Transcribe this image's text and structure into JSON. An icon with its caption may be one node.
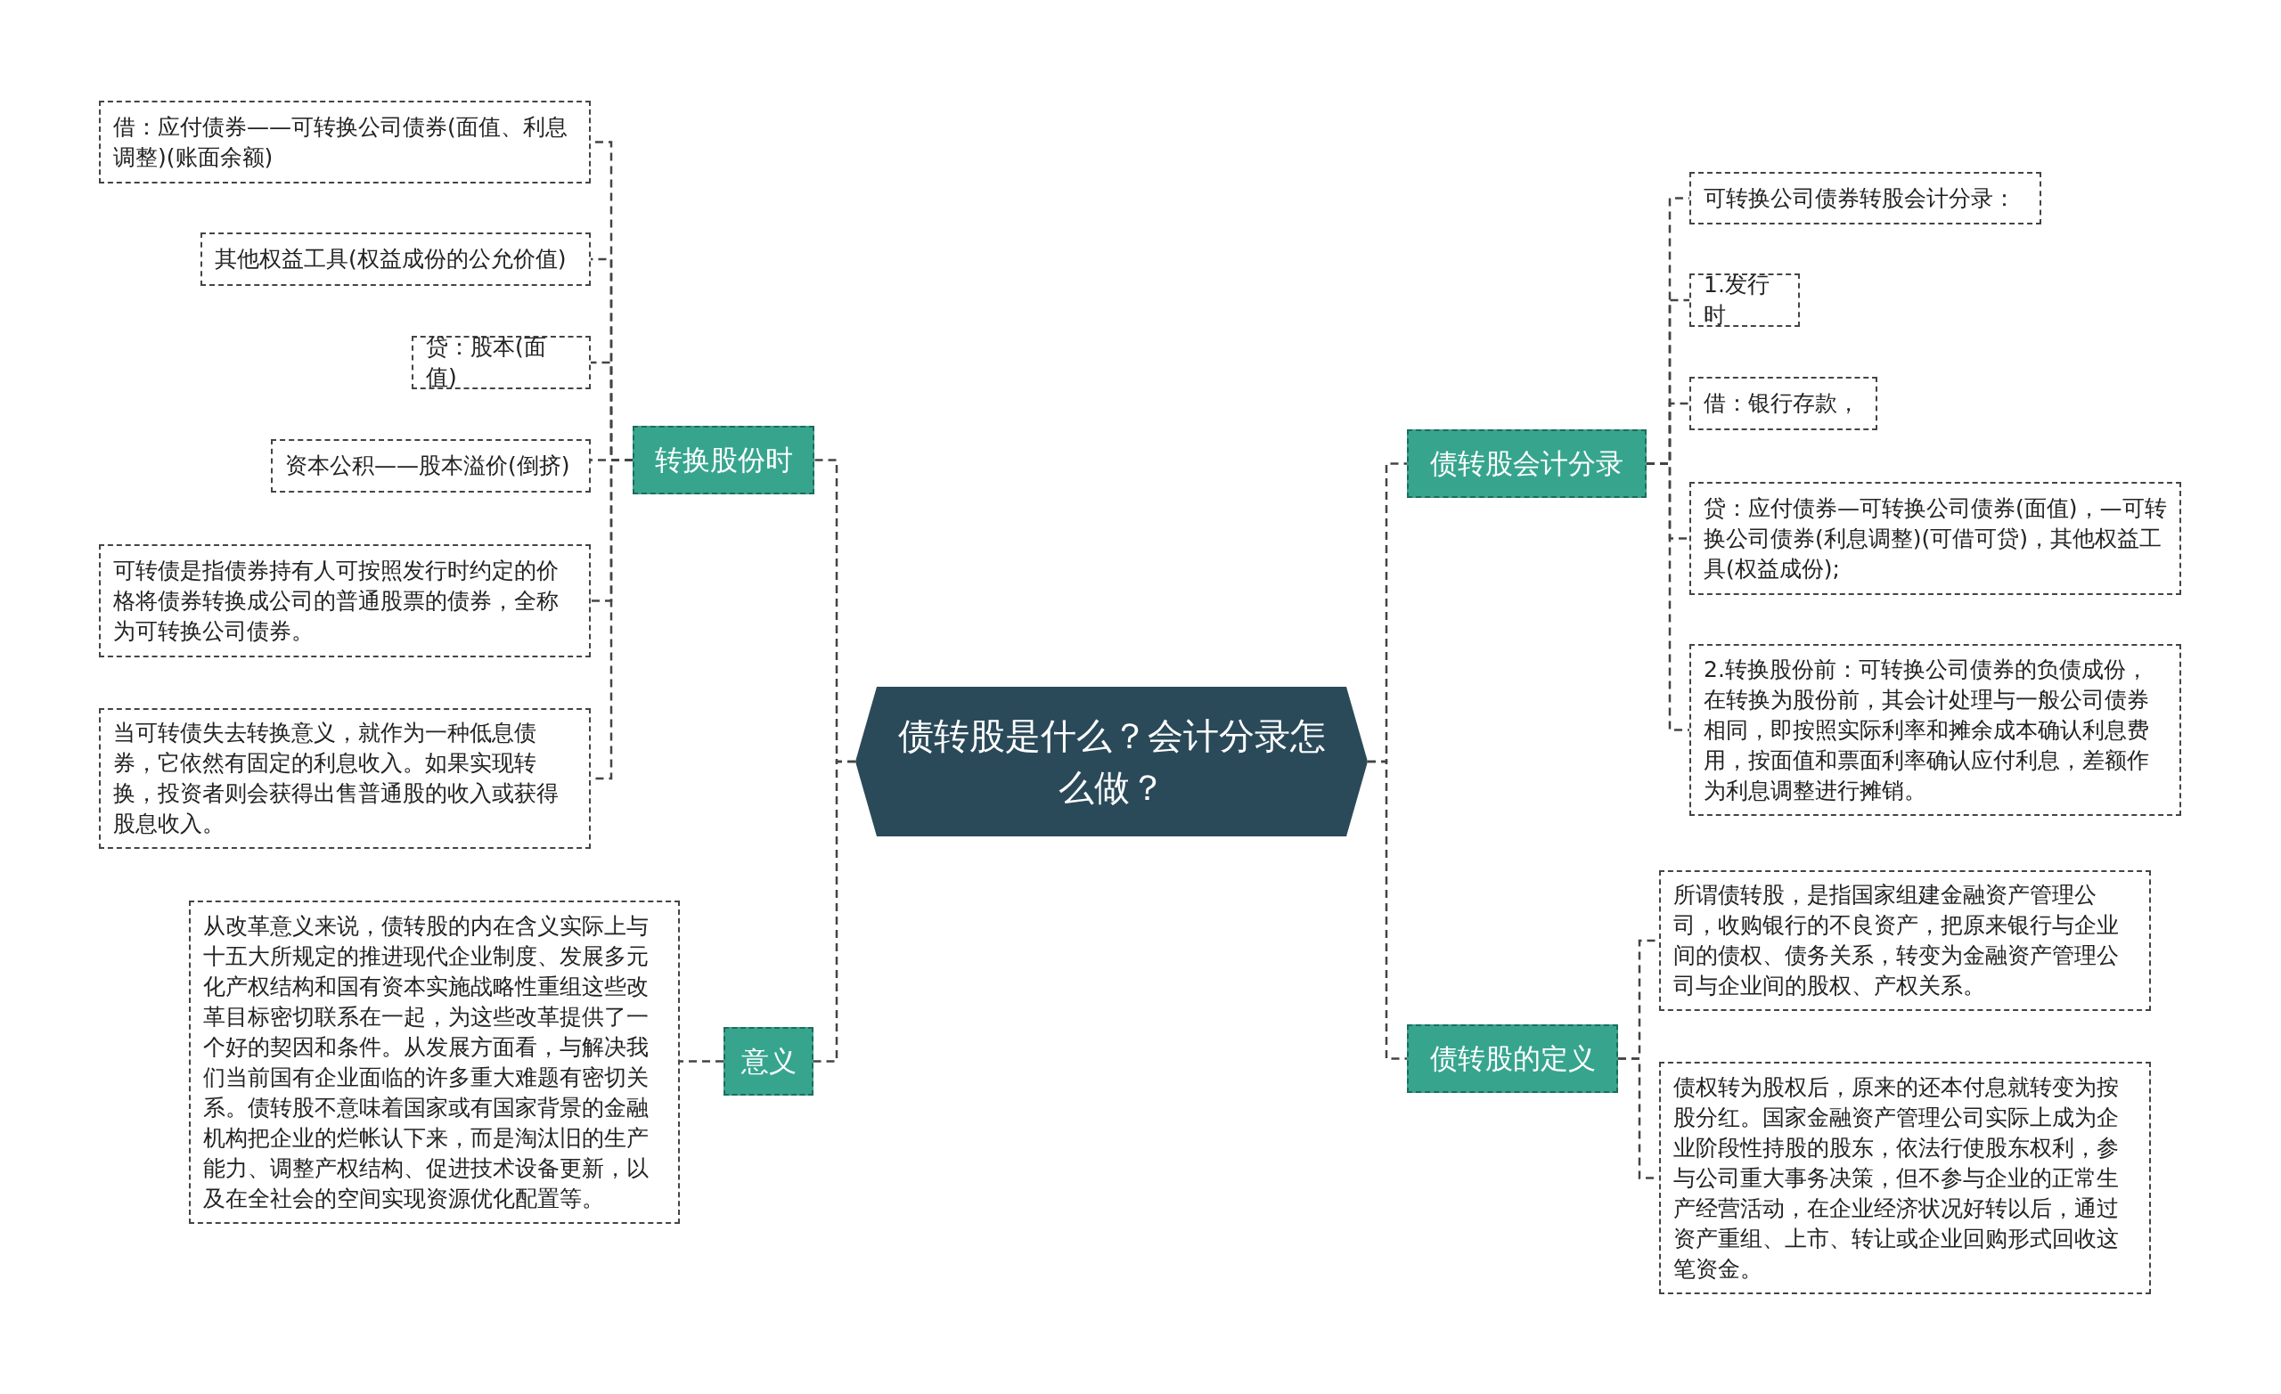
{
  "diagram": {
    "nodes": [
      {
        "text": [
          "债转股是什么？会计分录怎么做？"
        ]
      },
      {
        "text": [
          "转换股份时"
        ]
      },
      {
        "text": [
          "借：应付债券——可转换公司债券(面值、利息调整)(账面余额)"
        ]
      },
      {
        "text": [
          "其他权益工具(权益成份的公允价值)"
        ]
      },
      {
        "text": [
          "贷：股本(面值)"
        ]
      },
      {
        "text": [
          "资本公积——股本溢价(倒挤)"
        ]
      },
      {
        "text": [
          "可转债是指债券持有人可按照发行时约定的价格将债券转换成公司的普通股票的债券，全称为可转换公司债券。"
        ]
      },
      {
        "text": [
          "当可转债失去转换意义，就作为一种低息债券，它依然有固定的利息收入。如果实现转换，投资者则会获得出售普通股的收入或获得股息收入。"
        ]
      },
      {
        "text": [
          "意义"
        ]
      },
      {
        "text": [
          "从改革意义来说，债转股的内在含义实际上与十五大所规定的推进现代企业制度、发展多元化产权结构和国有资本实施战略性重组这些改革目标密切联系在一起，为这些改革提供了一个好的契因和条件。从发展方面看，与解决我们当前国有企业面临的许多重大难题有密切关系。债转股不意味着国家或有国家背景的金融机构把企业的烂帐认下来，而是淘汰旧的生产能力、调整产权结构、促进技术设备更新，以及在全社会的空间实现资源优化配置等。"
        ]
      },
      {
        "text": [
          "债转股会计分录"
        ]
      },
      {
        "text": [
          "可转换公司债券转股会计分录："
        ]
      },
      {
        "text": [
          "1.发行时"
        ]
      },
      {
        "text": [
          "借：银行存款，"
        ]
      },
      {
        "text": [
          "贷：应付债券—可转换公司债券(面值)，—可转换公司债券(利息调整)(可借可贷)，其他权益工具(权益成份);"
        ]
      },
      {
        "text": [
          "2.转换股份前：可转换公司债券的负债成份，在转换为股份前，其会计处理与一般公司债券相同，即按照实际利率和摊余成本确认利息费用，按面值和票面利率确认应付利息，差额作为利息调整进行摊销。"
        ]
      },
      {
        "text": [
          "债转股的定义"
        ]
      },
      {
        "text": [
          "所谓债转股，是指国家组建金融资产管理公司，收购银行的不良资产，把原来银行与企业间的债权、债务关系，转变为金融资产管理公司与企业间的股权、产权关系。"
        ]
      },
      {
        "text": [
          "债权转为股权后，原来的还本付息就转变为按股分红。国家金融资产管理公司实际上成为企业阶段性持股的股东，依法行使股东权利，参与公司重大事务决策，但不参与企业的正常生产经营活动，在企业经济状况好转以后，通过资产重组、上市、转让或企业回购形式回收这笔资金。"
        ]
      }
    ],
    "edges": [
      {
        "from": 0,
        "to": 1,
        "arrow": "none",
        "style": "dashed"
      },
      {
        "from": 1,
        "to": 2,
        "arrow": "none",
        "style": "dashed"
      },
      {
        "from": 1,
        "to": 3,
        "arrow": "none",
        "style": "dashed"
      },
      {
        "from": 1,
        "to": 4,
        "arrow": "none",
        "style": "dashed"
      },
      {
        "from": 1,
        "to": 5,
        "arrow": "none",
        "style": "dashed"
      },
      {
        "from": 1,
        "to": 6,
        "arrow": "none",
        "style": "dashed"
      },
      {
        "from": 1,
        "to": 7,
        "arrow": "none",
        "style": "dashed"
      },
      {
        "from": 0,
        "to": 8,
        "arrow": "none",
        "style": "dashed"
      },
      {
        "from": 8,
        "to": 9,
        "arrow": "none",
        "style": "dashed"
      },
      {
        "from": 0,
        "to": 10,
        "arrow": "none",
        "style": "dashed"
      },
      {
        "from": 10,
        "to": 11,
        "arrow": "none",
        "style": "dashed"
      },
      {
        "from": 10,
        "to": 12,
        "arrow": "none",
        "style": "dashed"
      },
      {
        "from": 10,
        "to": 13,
        "arrow": "none",
        "style": "dashed"
      },
      {
        "from": 10,
        "to": 14,
        "arrow": "none",
        "style": "dashed"
      },
      {
        "from": 10,
        "to": 15,
        "arrow": "none",
        "style": "dashed"
      },
      {
        "from": 0,
        "to": 16,
        "arrow": "none",
        "style": "dashed"
      },
      {
        "from": 16,
        "to": 17,
        "arrow": "none",
        "style": "dashed"
      },
      {
        "from": 16,
        "to": 18,
        "arrow": "none",
        "style": "dashed"
      }
    ]
  }
}
